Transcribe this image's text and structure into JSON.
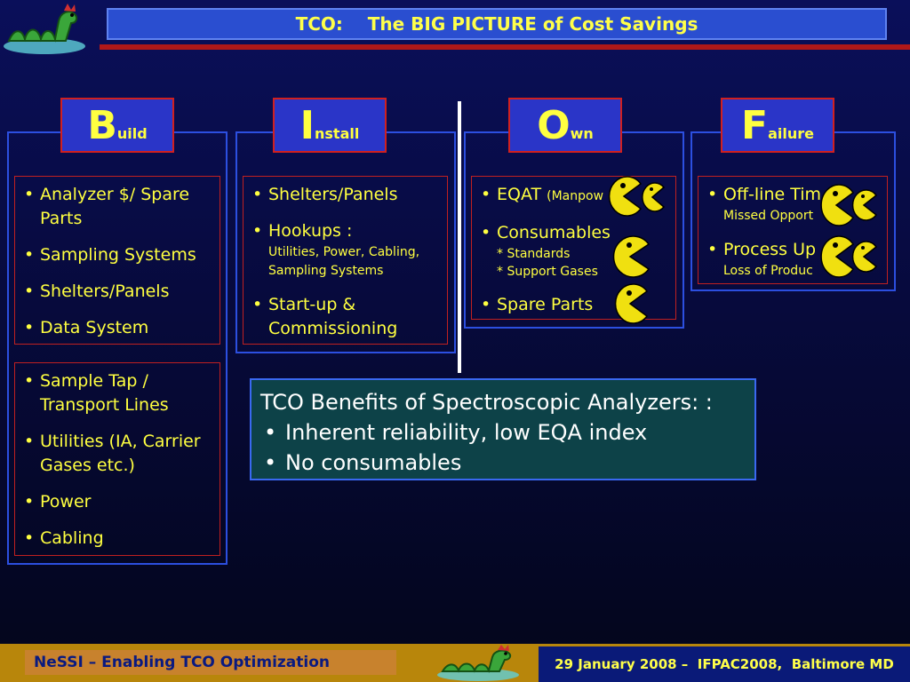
{
  "title": "TCO:    The BIG PICTURE of Cost Savings",
  "columns": [
    {
      "letter": "B",
      "rest": "uild"
    },
    {
      "letter": "I",
      "rest": "nstall"
    },
    {
      "letter": "O",
      "rest": "wn"
    },
    {
      "letter": "F",
      "rest": "ailure"
    }
  ],
  "build_box1": [
    "Analyzer $/ Spare Parts",
    "Sampling Systems",
    "Shelters/Panels",
    "Data System"
  ],
  "build_box2": [
    "Sample Tap / Transport Lines",
    "Utilities (IA, Carrier Gases etc.)",
    " Power",
    " Cabling"
  ],
  "install": {
    "item1": "Shelters/Panels",
    "item2": "Hookups :",
    "item2_sub": "Utilities, Power, Cabling, Sampling Systems",
    "item3": "Start-up  & Commissioning"
  },
  "own": {
    "item1": "EQAT ",
    "item1_paren": "(Manpow",
    "item2": "Consumables",
    "item2_sub1": "* Standards",
    "item2_sub2": "* Support Gases",
    "item3": "Spare Parts"
  },
  "failure": {
    "item1": "Off-line Tim",
    "item1_sub": "Missed Opport",
    "item2": "Process Up",
    "item2_sub": "Loss of Produc"
  },
  "benefits": {
    "heading": "TCO Benefits of  Spectroscopic Analyzers: :",
    "items": [
      "Inherent reliability, low EQA index",
      "No consumables"
    ]
  },
  "footer": {
    "left": "NeSSI – Enabling TCO Optimization",
    "right": "29 January 2008 –  IFPAC2008,  Baltimore MD"
  }
}
